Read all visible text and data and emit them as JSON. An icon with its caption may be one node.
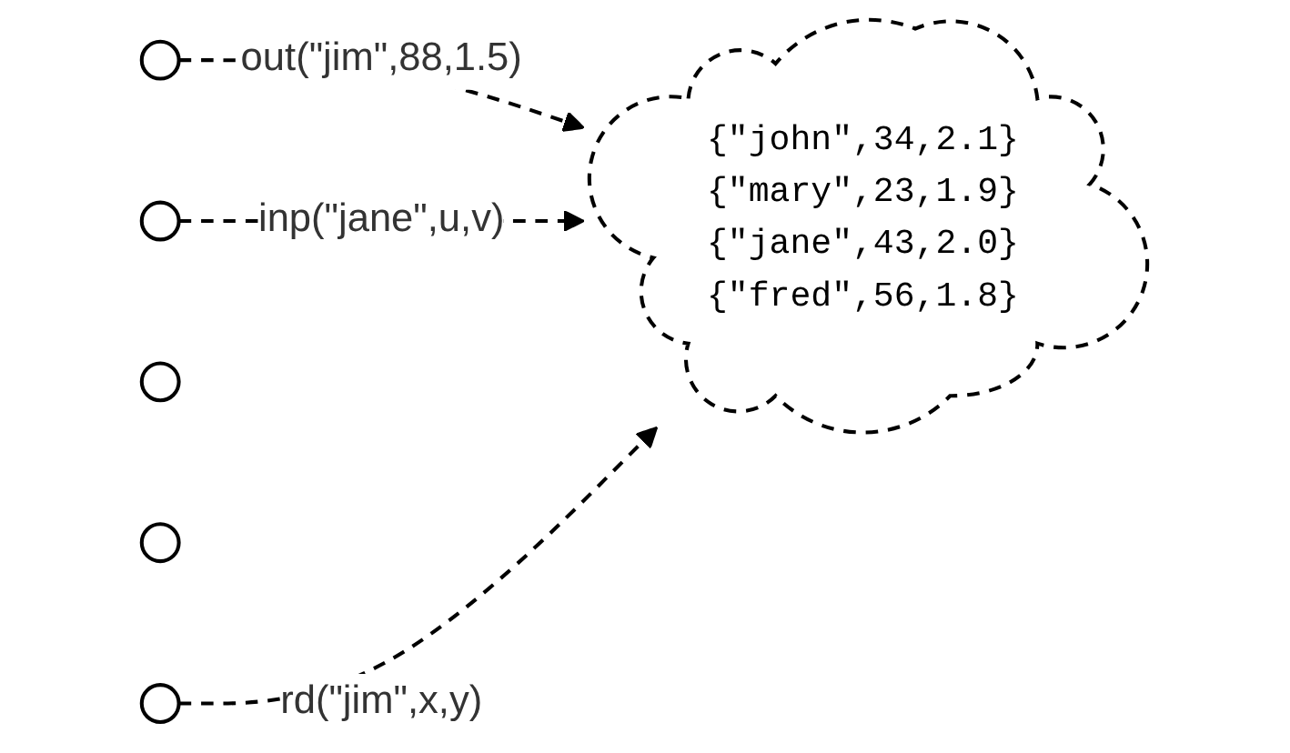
{
  "diagram": {
    "nodes": [
      {
        "text": [
          "{\"john\",34,2.1}",
          "{\"mary\",23,1.9}",
          "{\"jane\",43,2.0}",
          "{\"fred\",56,1.8}"
        ]
      },
      {
        "text": [],
        "shape": "circle"
      },
      {
        "text": [],
        "shape": "circle"
      },
      {
        "text": [],
        "shape": "circle"
      },
      {
        "text": [],
        "shape": "circle"
      },
      {
        "text": [],
        "shape": "circle"
      }
    ],
    "edges": [
      {
        "from": 1,
        "to": 0,
        "arrow": "to",
        "label": "out(\"jim\",88,1.5)",
        "style": "dashed"
      },
      {
        "from": 2,
        "to": 0,
        "arrow": "to",
        "label": "inp(\"jane\",u,v)",
        "style": "dashed"
      },
      {
        "from": 5,
        "to": 0,
        "arrow": "to",
        "label": "rd(\"jim\",x,y)",
        "style": "dashed"
      }
    ]
  }
}
